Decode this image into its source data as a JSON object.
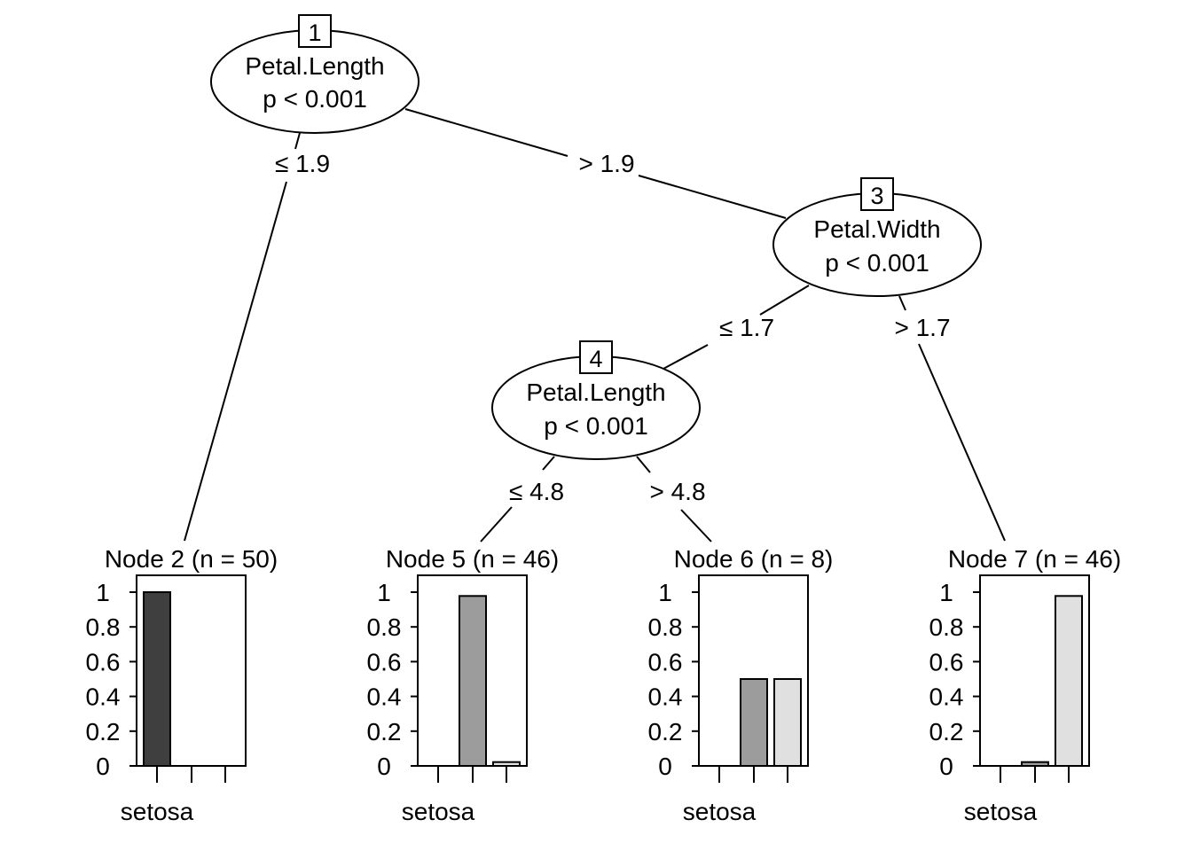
{
  "inner_nodes": [
    {
      "id": "1",
      "variable": "Petal.Length",
      "pvalue": "p < 0.001"
    },
    {
      "id": "3",
      "variable": "Petal.Width",
      "pvalue": "p < 0.001"
    },
    {
      "id": "4",
      "variable": "Petal.Length",
      "pvalue": "p < 0.001"
    }
  ],
  "edges": [
    {
      "from": "1",
      "to": "2",
      "label": "≤ 1.9"
    },
    {
      "from": "1",
      "to": "3",
      "label": "> 1.9"
    },
    {
      "from": "3",
      "to": "4",
      "label": "≤ 1.7"
    },
    {
      "from": "3",
      "to": "7",
      "label": "> 1.7"
    },
    {
      "from": "4",
      "to": "5",
      "label": "≤ 4.8"
    },
    {
      "from": "4",
      "to": "6",
      "label": "> 4.8"
    }
  ],
  "chart_data": {
    "type": "bar",
    "categories": [
      "setosa",
      "",
      ""
    ],
    "ylim": [
      0,
      1
    ],
    "yticks": [
      "0",
      "0.2",
      "0.4",
      "0.6",
      "0.8",
      "1"
    ],
    "bar_colors": [
      "#3f3f3f",
      "#9c9c9c",
      "#e0e0e0"
    ],
    "panels": [
      {
        "id": "2",
        "title": "Node 2 (n = 50)",
        "values": [
          1.0,
          0.0,
          0.0
        ]
      },
      {
        "id": "5",
        "title": "Node 5 (n = 46)",
        "values": [
          0.0,
          0.978,
          0.022
        ]
      },
      {
        "id": "6",
        "title": "Node 6 (n = 8)",
        "values": [
          0.0,
          0.5,
          0.5
        ]
      },
      {
        "id": "7",
        "title": "Node 7 (n = 46)",
        "values": [
          0.0,
          0.022,
          0.978
        ]
      }
    ]
  }
}
